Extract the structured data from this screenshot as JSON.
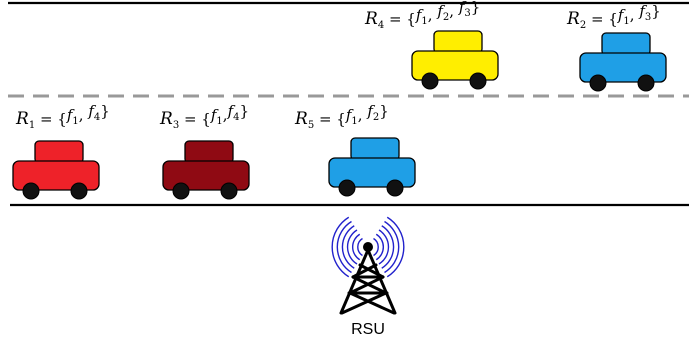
{
  "vehicles": [
    {
      "id": "4",
      "label_parts": [
        "R",
        "4",
        " = {",
        "f",
        "1",
        ", ",
        "f",
        "2",
        ", ",
        "f",
        "3",
        "}"
      ],
      "color": "#ffee00",
      "top_color": "#ffee00"
    },
    {
      "id": "2",
      "label_parts": [
        "R",
        "2",
        " = {",
        "f",
        "1",
        ", ",
        "f",
        "3",
        "}"
      ],
      "color": "#1f9fe6",
      "top_color": "#1f9fe6"
    },
    {
      "id": "1",
      "label_parts": [
        "R",
        "1",
        " = {",
        "f",
        "1",
        ", ",
        "f",
        "4",
        "}"
      ],
      "color": "#ee2229",
      "top_color": "#ee2229"
    },
    {
      "id": "3",
      "label_parts": [
        "R",
        "3",
        " = {",
        "f",
        "1",
        ",",
        "f",
        "4",
        "}"
      ],
      "color": "#8f0a13",
      "top_color": "#8f0a13"
    },
    {
      "id": "5",
      "label_parts": [
        "R",
        "5",
        " = {",
        "f",
        "1",
        ", ",
        "f",
        "2",
        "}"
      ],
      "color": "#1f9fe6",
      "top_color": "#1f9fe6"
    }
  ],
  "rsu": {
    "label": "RSU",
    "wave_color": "#2222cc",
    "tower_color": "#000000"
  },
  "road": {
    "line_color": "#000000",
    "divider_color": "#999999"
  }
}
